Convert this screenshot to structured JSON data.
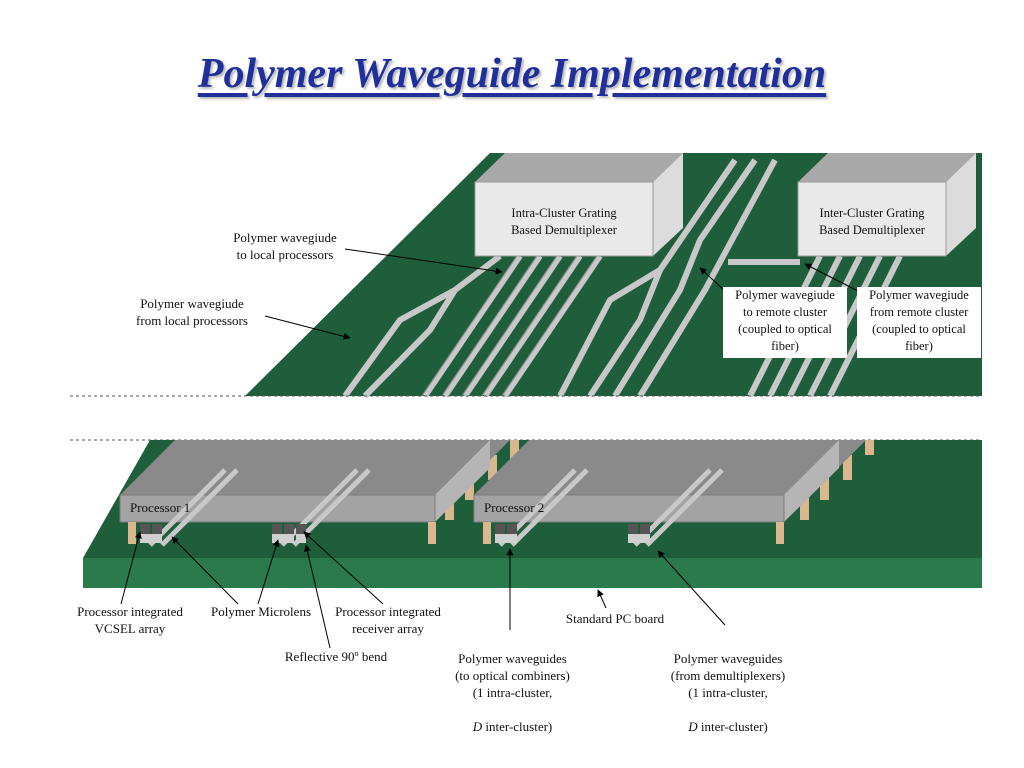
{
  "title": "Polymer Waveguide Implementation",
  "demux": {
    "intra": "Intra-Cluster Grating\nBased Demultiplexer",
    "inter": "Inter-Cluster Grating\nBased Demultiplexer"
  },
  "processors": {
    "p1": "Processor 1",
    "p2": "Processor 2"
  },
  "top_labels": {
    "to_local": "Polymer wavegiude\nto local processors",
    "from_local": "Polymer wavegiude\nfrom local processors",
    "to_remote": "Polymer wavegiude\nto remote cluster\n(coupled to optical\nfiber)",
    "from_remote": "Polymer wavegiude\nfrom remote cluster\n(coupled to optical\nfiber)"
  },
  "bottom_labels": {
    "vcsel": "Processor integrated\nVCSEL array",
    "microlens": "Polymer Microlens",
    "receiver": "Processor integrated\nreceiver array",
    "bend": "Reflective 90º bend",
    "pcb": "Standard PC board",
    "wg_to_combiners_1": "Polymer waveguides\n(to optical combiners)\n(1 intra-cluster,",
    "wg_to_combiners_d": "D",
    "wg_to_combiners_2": " inter-cluster)",
    "wg_from_demux_1": "Polymer waveguides\n(from demultiplexers)\n(1 intra-cluster,",
    "wg_from_demux_d": "D",
    "wg_from_demux_2": " inter-cluster)"
  },
  "colors": {
    "title": "#1f2f9c",
    "board": "#1f5e3a",
    "board_edge": "#2a7a4c",
    "waveguide": "#c8c8c8",
    "chip_top": "#8a8a8a",
    "chip_front": "#a0a0a0",
    "pin": "#d9b88f"
  }
}
